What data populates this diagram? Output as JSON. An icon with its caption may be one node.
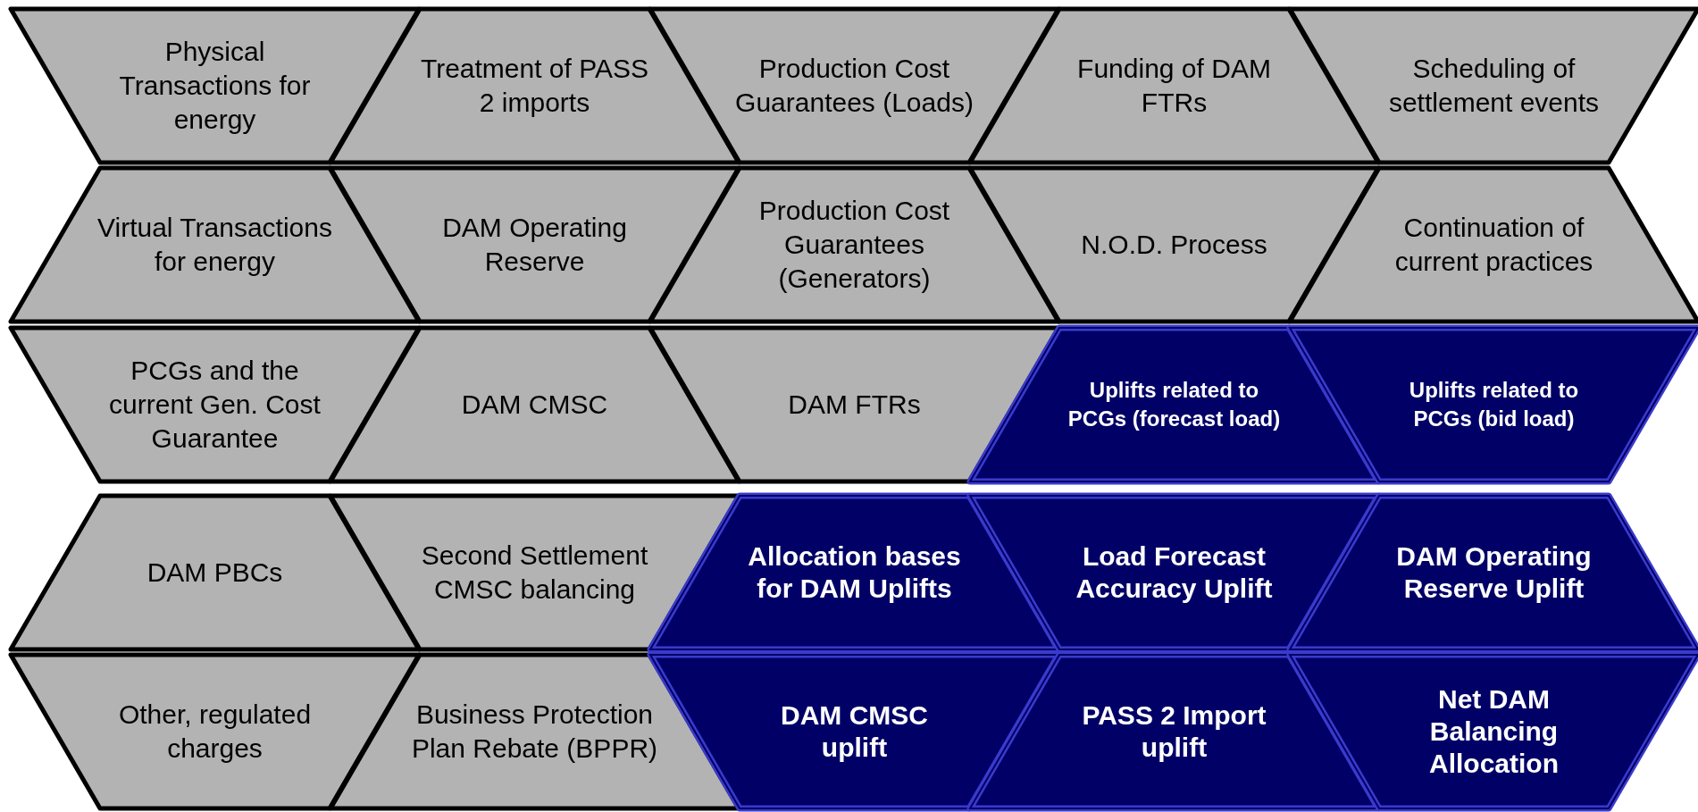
{
  "diagram": {
    "nodes": [
      {
        "text": [
          "Physical Transactions for energy"
        ]
      },
      {
        "text": [
          "Treatment of PASS 2 imports"
        ]
      },
      {
        "text": [
          "Production Cost Guarantees (Loads)"
        ]
      },
      {
        "text": [
          "Funding of DAM FTRs"
        ]
      },
      {
        "text": [
          "Scheduling of settlement events"
        ]
      },
      {
        "text": [
          "Virtual Transactions for energy"
        ]
      },
      {
        "text": [
          "DAM Operating Reserve"
        ]
      },
      {
        "text": [
          "Production Cost Guarantees (Generators)"
        ]
      },
      {
        "text": [
          "N.O.D. Process"
        ]
      },
      {
        "text": [
          "Continuation of current practices"
        ]
      },
      {
        "text": [
          "PCGs and the current Gen. Cost Guarantee"
        ]
      },
      {
        "text": [
          "DAM CMSC"
        ]
      },
      {
        "text": [
          "DAM FTRs"
        ]
      },
      {
        "text": [
          "Uplifts related to PCGs (forecast load)"
        ]
      },
      {
        "text": [
          "Uplifts related to PCGs (bid load)"
        ]
      },
      {
        "text": [
          "DAM PBCs"
        ]
      },
      {
        "text": [
          "Second Settlement CMSC balancing"
        ]
      },
      {
        "text": [
          "Allocation bases for DAM Uplifts"
        ]
      },
      {
        "text": [
          "Load Forecast Accuracy Uplift"
        ]
      },
      {
        "text": [
          "DAM Operating Reserve Uplift"
        ]
      },
      {
        "text": [
          "Other, regulated charges"
        ]
      },
      {
        "text": [
          "Business Protection Plan Rebate (BPPR)"
        ]
      },
      {
        "text": [
          "DAM CMSC uplift"
        ]
      },
      {
        "text": [
          "PASS 2 Import uplift"
        ]
      },
      {
        "text": [
          "Net DAM Balancing Allocation"
        ]
      }
    ]
  }
}
